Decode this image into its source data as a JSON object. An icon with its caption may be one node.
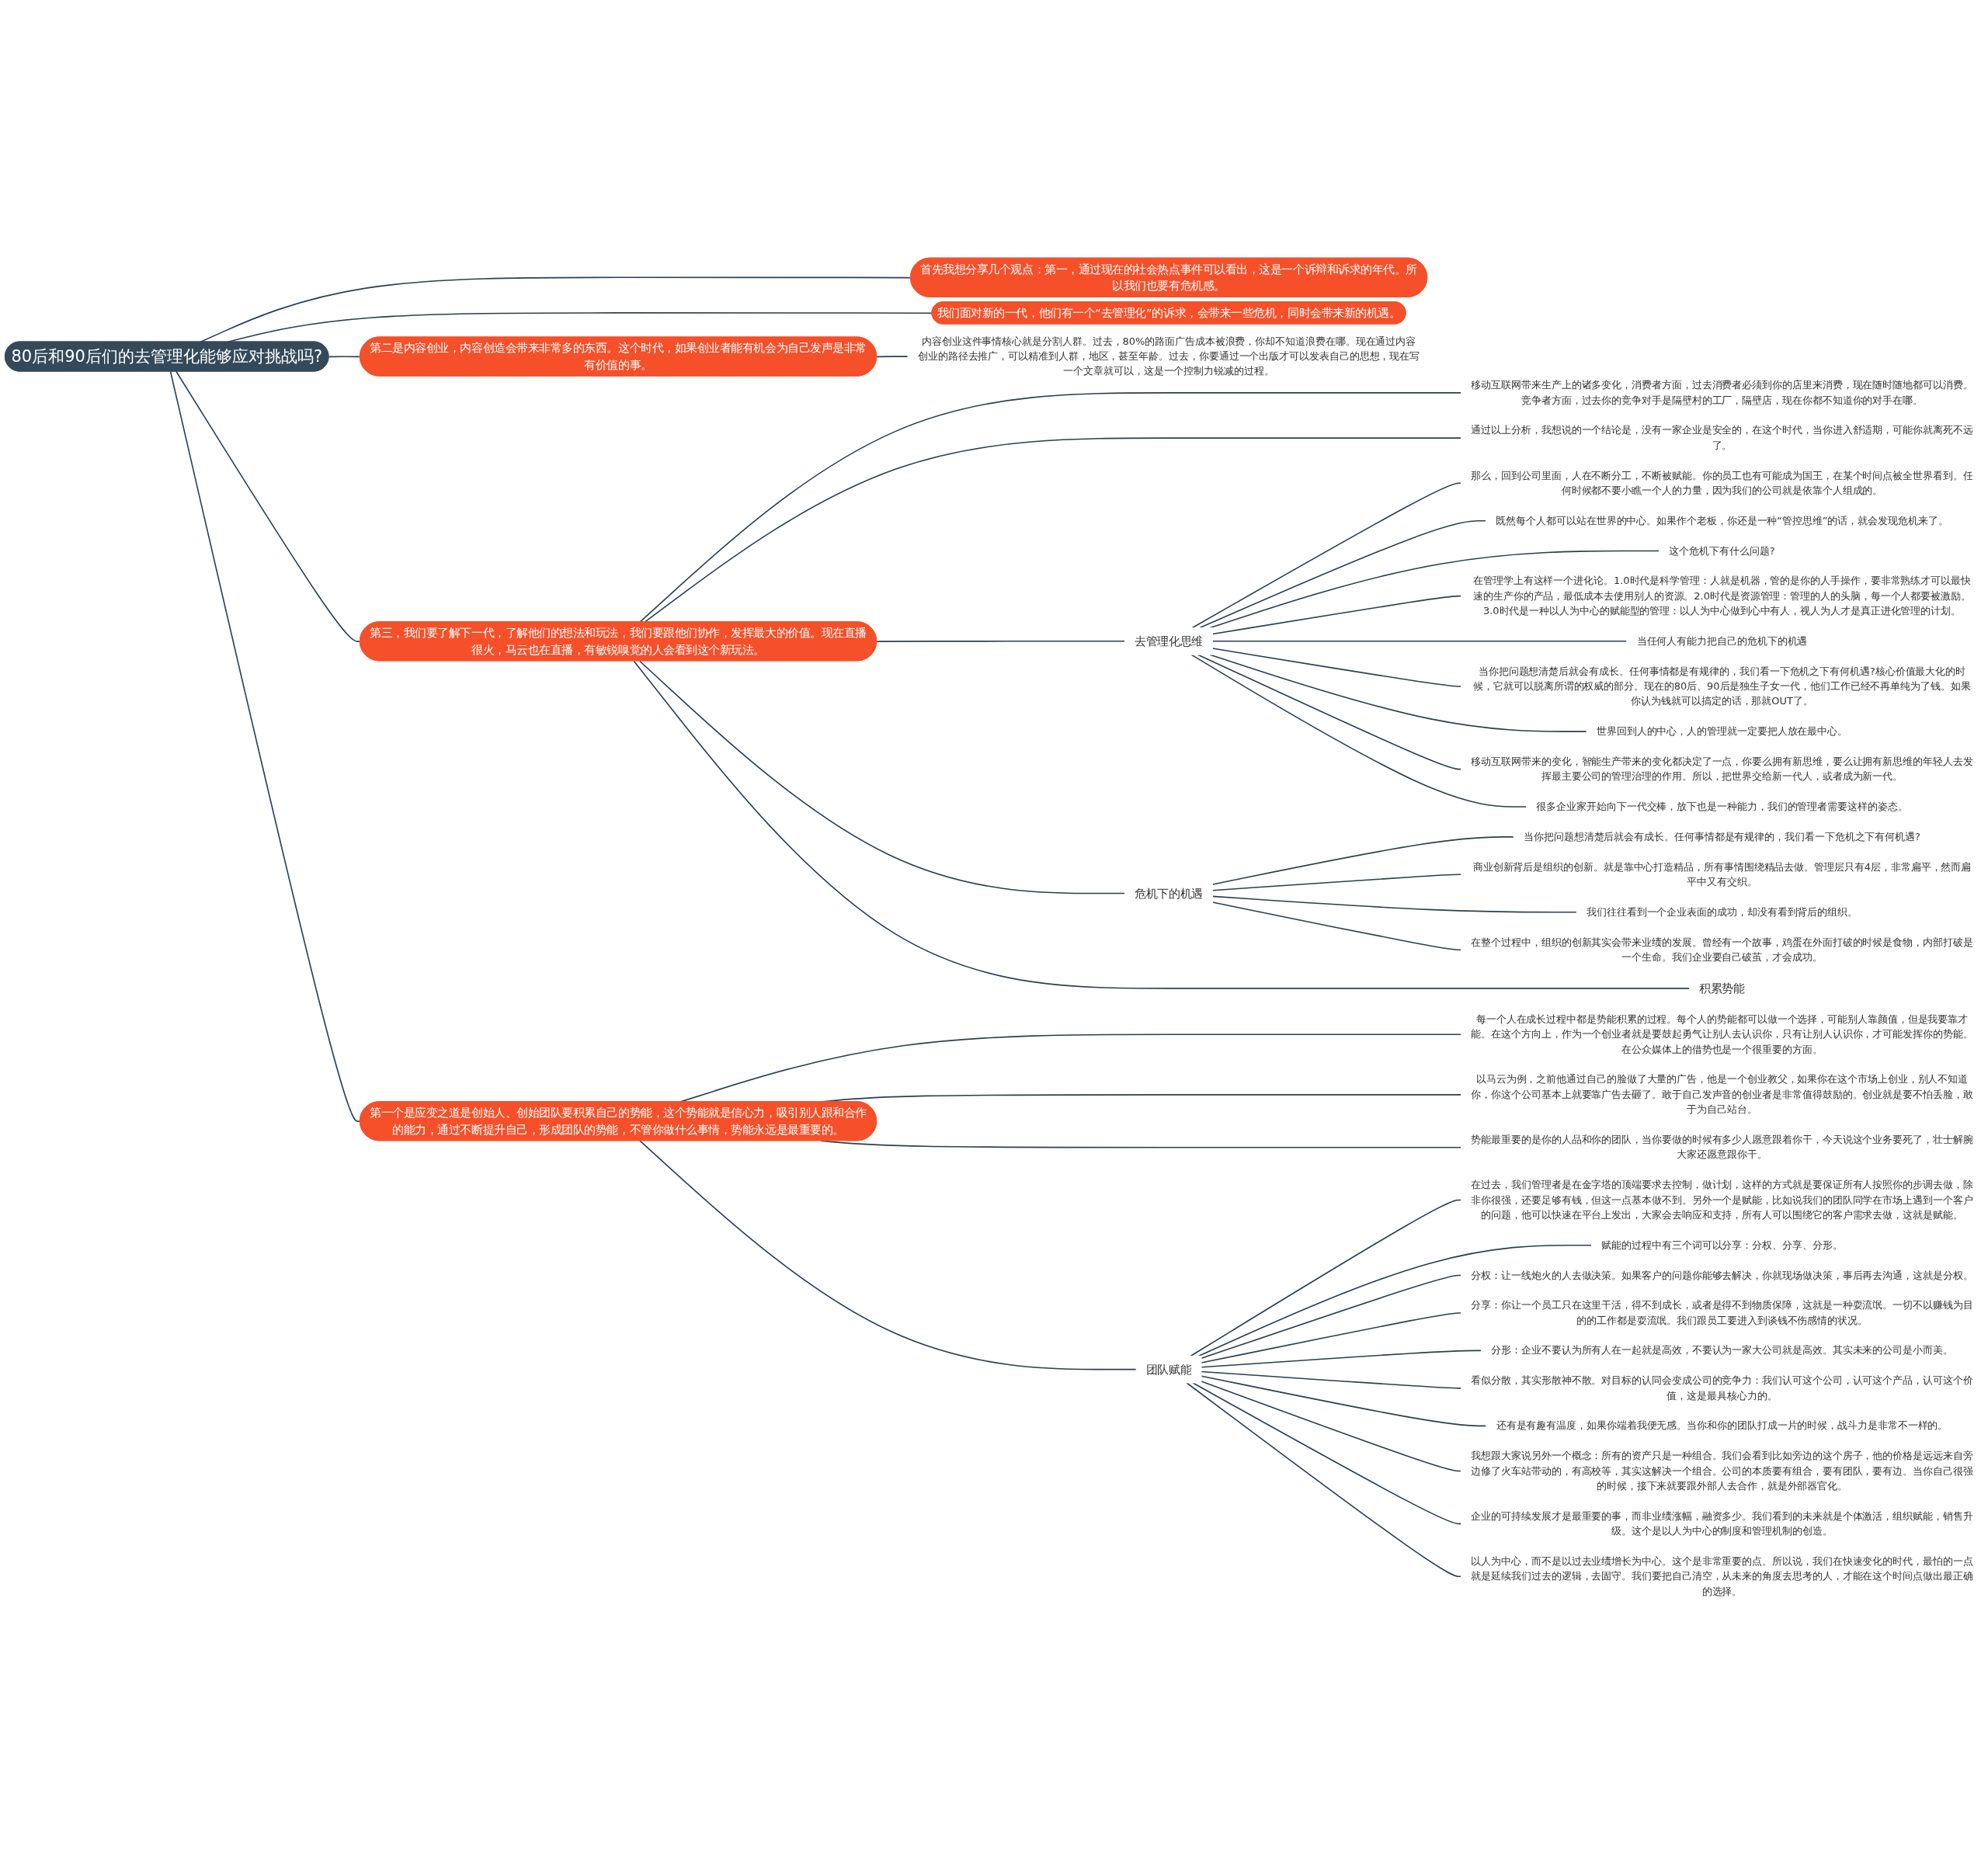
{
  "diagram": {
    "nodes": [
      {
        "text": [
          "80后和90后们的去管理化能够应对挑战吗?"
        ]
      },
      {
        "text": [
          "首先我想分享几个观点：第一，通过现在的社会热点事件可以看出，这是一个诉辩和诉求的年代。所以我们也要有危机感。"
        ]
      },
      {
        "text": [
          "我们面对新的一代，他们有一个“去管理化”的诉求，会带来一些危机，同时会带来新的机遇。"
        ]
      },
      {
        "text": [
          "第二是内容创业，内容创造会带来非常多的东西。这个时代，如果创业者能有机会为自己发声是非常有价值的事。"
        ]
      },
      {
        "text": [
          "内容创业这件事情核心就是分割人群。过去，80%的路面广告成本被浪费，你却不知道浪费在哪。现在通过内容创业的路径去推广，可以精准到人群，地区，甚至年龄。过去，你要通过一个出版才可以发表自己的思想，现在写一个文章就可以，这是一个控制力锐减的过程。"
        ]
      },
      {
        "text": [
          "第三，我们要了解下一代，了解他们的想法和玩法，我们要跟他们协作，发挥最大的价值。现在直播很火，马云也在直播，有敏锐嗅觉的人会看到这个新玩法。"
        ]
      },
      {
        "text": [
          "移动互联网带来生产上的诸多变化，消费者方面，过去消费者必须到你的店里来消费，现在随时随地都可以消费。竞争者方面，过去你的竞争对手是隔壁村的工厂，隔壁店，现在你都不知道你的对手在哪。"
        ]
      },
      {
        "text": [
          "通过以上分析，我想说的一个结论是，没有一家企业是安全的，在这个时代，当你进入舒适期，可能你就离死不远了。"
        ]
      },
      {
        "text": [
          "去管理化思维"
        ]
      },
      {
        "text": [
          "那么，回到公司里面，人在不断分工，不断被赋能。你的员工也有可能成为国王，在某个时间点被全世界看到。任何时候都不要小瞧一个人的力量，因为我们的公司就是依靠个人组成的。"
        ]
      },
      {
        "text": [
          "既然每个人都可以站在世界的中心。如果作个老板，你还是一种“管控思维”的话，就会发现危机来了。"
        ]
      },
      {
        "text": [
          "这个危机下有什么问题?"
        ]
      },
      {
        "text": [
          "在管理学上有这样一个进化论。1.0时代是科学管理：人就是机器，管的是你的人手操作，要非常熟练才可以最快速的生产你的产品，最低成本去使用别人的资源。2.0时代是资源管理：管理的人的头脑，每一个人都要被激励。3.0时代是一种以人为中心的赋能型的管理：以人为中心做到心中有人，视人为人才是真正进化管理的计划。"
        ]
      },
      {
        "text": [
          "当任何人有能力把自己的危机下的机遇"
        ]
      },
      {
        "text": [
          "当你把问题想清楚后就会有成长。任何事情都是有规律的，我们看一下危机之下有何机遇?核心价值最大化的时候，它就可以脱离所谓的权威的部分。现在的80后、90后是独生子女一代，他们工作已经不再单纯为了钱。如果你认为钱就可以搞定的话，那就OUT了。"
        ]
      },
      {
        "text": [
          "世界回到人的中心，人的管理就一定要把人放在最中心。"
        ]
      },
      {
        "text": [
          "移动互联网带来的变化，智能生产带来的变化都决定了一点，你要么拥有新思维，要么让拥有新思维的年轻人去发挥最主要公司的管理治理的作用。所以，把世界交给新一代人，或者成为新一代。"
        ]
      },
      {
        "text": [
          "很多企业家开始向下一代交棒，放下也是一种能力，我们的管理者需要这样的姿态。"
        ]
      },
      {
        "text": [
          "危机下的机遇"
        ]
      },
      {
        "text": [
          "当你把问题想清楚后就会有成长。任何事情都是有规律的，我们看一下危机之下有何机遇?"
        ]
      },
      {
        "text": [
          "商业创新背后是组织的创新。就是靠中心打造精品，所有事情围绕精品去做。管理层只有4层，非常扁平，然而扁平中又有交织。"
        ]
      },
      {
        "text": [
          "我们往往看到一个企业表面的成功，却没有看到背后的组织。"
        ]
      },
      {
        "text": [
          "在整个过程中，组织的创新其实会带来业绩的发展。曾经有一个故事，鸡蛋在外面打破的时候是食物，内部打破是一个生命。我们企业要自己破茧，才会成功。"
        ]
      },
      {
        "text": [
          "积累势能"
        ]
      },
      {
        "text": [
          "第一个是应变之道是创始人、创始团队要积累自己的势能，这个势能就是信心力，吸引别人跟和合作的能力，通过不断提升自己，形成团队的势能，不管你做什么事情，势能永远是最重要的。"
        ]
      },
      {
        "text": [
          "每一个人在成长过程中都是势能积累的过程。每个人的势能都可以做一个选择，可能别人靠颜值，但是我要靠才能。在这个方向上，作为一个创业者就是要鼓起勇气让别人去认识你，只有让别人认识你，才可能发挥你的势能。在公众媒体上的借势也是一个很重要的方面。"
        ]
      },
      {
        "text": [
          "以马云为例，之前他通过自己的脸做了大量的广告，他是一个创业教父，如果你在这个市场上创业，别人不知道你，你这个公司基本上就要靠广告去砸了。敢于自己发声音的创业者是非常值得鼓励的。创业就是要不怕丢脸，敢于为自己站台。"
        ]
      },
      {
        "text": [
          "势能最重要的是你的人品和你的团队，当你要做的时候有多少人愿意跟着你干，今天说这个业务要死了，壮士解腕大家还愿意跟你干。"
        ]
      },
      {
        "text": [
          "团队赋能"
        ]
      },
      {
        "text": [
          "在过去，我们管理者是在金字塔的顶端要求去控制，做计划，这样的方式就是要保证所有人按照你的步调去做，除非你很强，还要足够有钱，但这一点基本做不到。另外一个是赋能，比如说我们的团队同学在市场上遇到一个客户的问题，他可以快速在平台上发出，大家会去响应和支持，所有人可以围绕它的客户需求去做，这就是赋能。"
        ]
      },
      {
        "text": [
          "赋能的过程中有三个词可以分享：分权、分享、分形。"
        ]
      },
      {
        "text": [
          "分权：让一线炮火的人去做决策。如果客户的问题你能够去解决，你就现场做决策，事后再去沟通，这就是分权。"
        ]
      },
      {
        "text": [
          "分享：你让一个员工只在这里干活，得不到成长，或者是得不到物质保障，这就是一种耍流氓。一切不以赚钱为目的的工作都是耍流氓。我们跟员工要进入到谈钱不伤感情的状况。"
        ]
      },
      {
        "text": [
          "分形：企业不要认为所有人在一起就是高效，不要认为一家大公司就是高效。其实未来的公司是小而美。"
        ]
      },
      {
        "text": [
          "看似分散，其实形散神不散。对目标的认同会变成公司的竞争力：我们认可这个公司，认可这个产品，认可这个价值，这是最具核心力的。"
        ]
      },
      {
        "text": [
          "还有是有趣有温度，如果你端着我便无感。当你和你的团队打成一片的时候，战斗力是非常不一样的。"
        ]
      },
      {
        "text": [
          "我想跟大家说另外一个概念：所有的资产只是一种组合。我们会看到比如旁边的这个房子，他的价格是远远来自旁边修了火车站带动的，有高校等，其实这解决一个组合。公司的本质要有组合，要有团队，要有边。当你自己很强的时候，接下来就要跟外部人去合作，就是外部器官化。"
        ]
      },
      {
        "text": [
          "企业的可持续发展才是最重要的事，而非业绩涨幅，融资多少。我们看到的未来就是个体激活，组织赋能，销售升级。这个是以人为中心的制度和管理机制的创造。"
        ]
      },
      {
        "text": [
          "以人为中心，而不是以过去业绩增长为中心。这个是非常重要的点。所以说，我们在快速变化的时代，最怕的一点就是延续我们过去的逻辑，去固守。我们要把自己清空，从未来的角度去思考的人，才能在这个时间点做出最正确的选择。"
        ]
      }
    ],
    "edges": [
      {
        "from": 0,
        "to": 1,
        "arrow": "none"
      },
      {
        "from": 0,
        "to": 2,
        "arrow": "none"
      },
      {
        "from": 0,
        "to": 3,
        "arrow": "none"
      },
      {
        "from": 0,
        "to": 5,
        "arrow": "none"
      },
      {
        "from": 0,
        "to": 24,
        "arrow": "none"
      },
      {
        "from": 3,
        "to": 4,
        "arrow": "none"
      },
      {
        "from": 5,
        "to": 6,
        "arrow": "none"
      },
      {
        "from": 5,
        "to": 7,
        "arrow": "none"
      },
      {
        "from": 5,
        "to": 8,
        "arrow": "none"
      },
      {
        "from": 5,
        "to": 18,
        "arrow": "none"
      },
      {
        "from": 5,
        "to": 23,
        "arrow": "none"
      },
      {
        "from": 8,
        "to": 9,
        "arrow": "none"
      },
      {
        "from": 8,
        "to": 10,
        "arrow": "none"
      },
      {
        "from": 8,
        "to": 11,
        "arrow": "none"
      },
      {
        "from": 8,
        "to": 12,
        "arrow": "none"
      },
      {
        "from": 8,
        "to": 13,
        "arrow": "none"
      },
      {
        "from": 8,
        "to": 14,
        "arrow": "none"
      },
      {
        "from": 8,
        "to": 15,
        "arrow": "none"
      },
      {
        "from": 8,
        "to": 16,
        "arrow": "none"
      },
      {
        "from": 8,
        "to": 17,
        "arrow": "none"
      },
      {
        "from": 18,
        "to": 19,
        "arrow": "none"
      },
      {
        "from": 18,
        "to": 20,
        "arrow": "none"
      },
      {
        "from": 18,
        "to": 21,
        "arrow": "none"
      },
      {
        "from": 18,
        "to": 22,
        "arrow": "none"
      },
      {
        "from": 24,
        "to": 25,
        "arrow": "none"
      },
      {
        "from": 24,
        "to": 26,
        "arrow": "none"
      },
      {
        "from": 24,
        "to": 27,
        "arrow": "none"
      },
      {
        "from": 24,
        "to": 28,
        "arrow": "none"
      },
      {
        "from": 28,
        "to": 29,
        "arrow": "none"
      },
      {
        "from": 28,
        "to": 30,
        "arrow": "none"
      },
      {
        "from": 28,
        "to": 31,
        "arrow": "none"
      },
      {
        "from": 28,
        "to": 32,
        "arrow": "none"
      },
      {
        "from": 28,
        "to": 33,
        "arrow": "none"
      },
      {
        "from": 28,
        "to": 34,
        "arrow": "none"
      },
      {
        "from": 28,
        "to": 35,
        "arrow": "none"
      },
      {
        "from": 28,
        "to": 36,
        "arrow": "none"
      },
      {
        "from": 28,
        "to": 37,
        "arrow": "none"
      },
      {
        "from": 28,
        "to": 38,
        "arrow": "none"
      }
    ]
  }
}
